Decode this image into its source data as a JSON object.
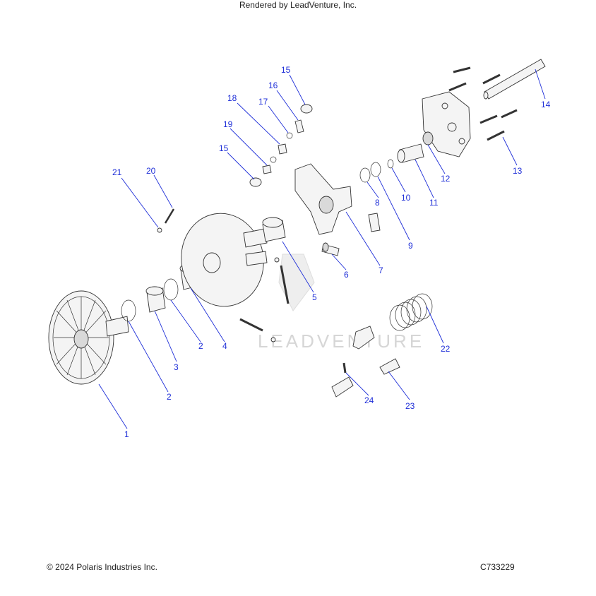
{
  "diagram": {
    "watermark": "LEADVENTURE",
    "callouts": [
      {
        "id": "c1",
        "label": "1"
      },
      {
        "id": "c2a",
        "label": "2"
      },
      {
        "id": "c2b",
        "label": "2"
      },
      {
        "id": "c3",
        "label": "3"
      },
      {
        "id": "c4",
        "label": "4"
      },
      {
        "id": "c5",
        "label": "5"
      },
      {
        "id": "c6",
        "label": "6"
      },
      {
        "id": "c7",
        "label": "7"
      },
      {
        "id": "c8",
        "label": "8"
      },
      {
        "id": "c9",
        "label": "9"
      },
      {
        "id": "c10",
        "label": "10"
      },
      {
        "id": "c11",
        "label": "11"
      },
      {
        "id": "c12",
        "label": "12"
      },
      {
        "id": "c13",
        "label": "13"
      },
      {
        "id": "c14",
        "label": "14"
      },
      {
        "id": "c15a",
        "label": "15"
      },
      {
        "id": "c15b",
        "label": "15"
      },
      {
        "id": "c16",
        "label": "16"
      },
      {
        "id": "c17",
        "label": "17"
      },
      {
        "id": "c18",
        "label": "18"
      },
      {
        "id": "c19",
        "label": "19"
      },
      {
        "id": "c20",
        "label": "20"
      },
      {
        "id": "c21",
        "label": "21"
      },
      {
        "id": "c22",
        "label": "22"
      },
      {
        "id": "c23",
        "label": "23"
      },
      {
        "id": "c24",
        "label": "24"
      }
    ]
  },
  "footer": {
    "copyright": "© 2024 Polaris Industries Inc.",
    "diagram_id": "C733229",
    "rendered_by": "Rendered by LeadVenture, Inc."
  },
  "colors": {
    "callout": "#1f2fd8",
    "line_art": "#333333"
  }
}
